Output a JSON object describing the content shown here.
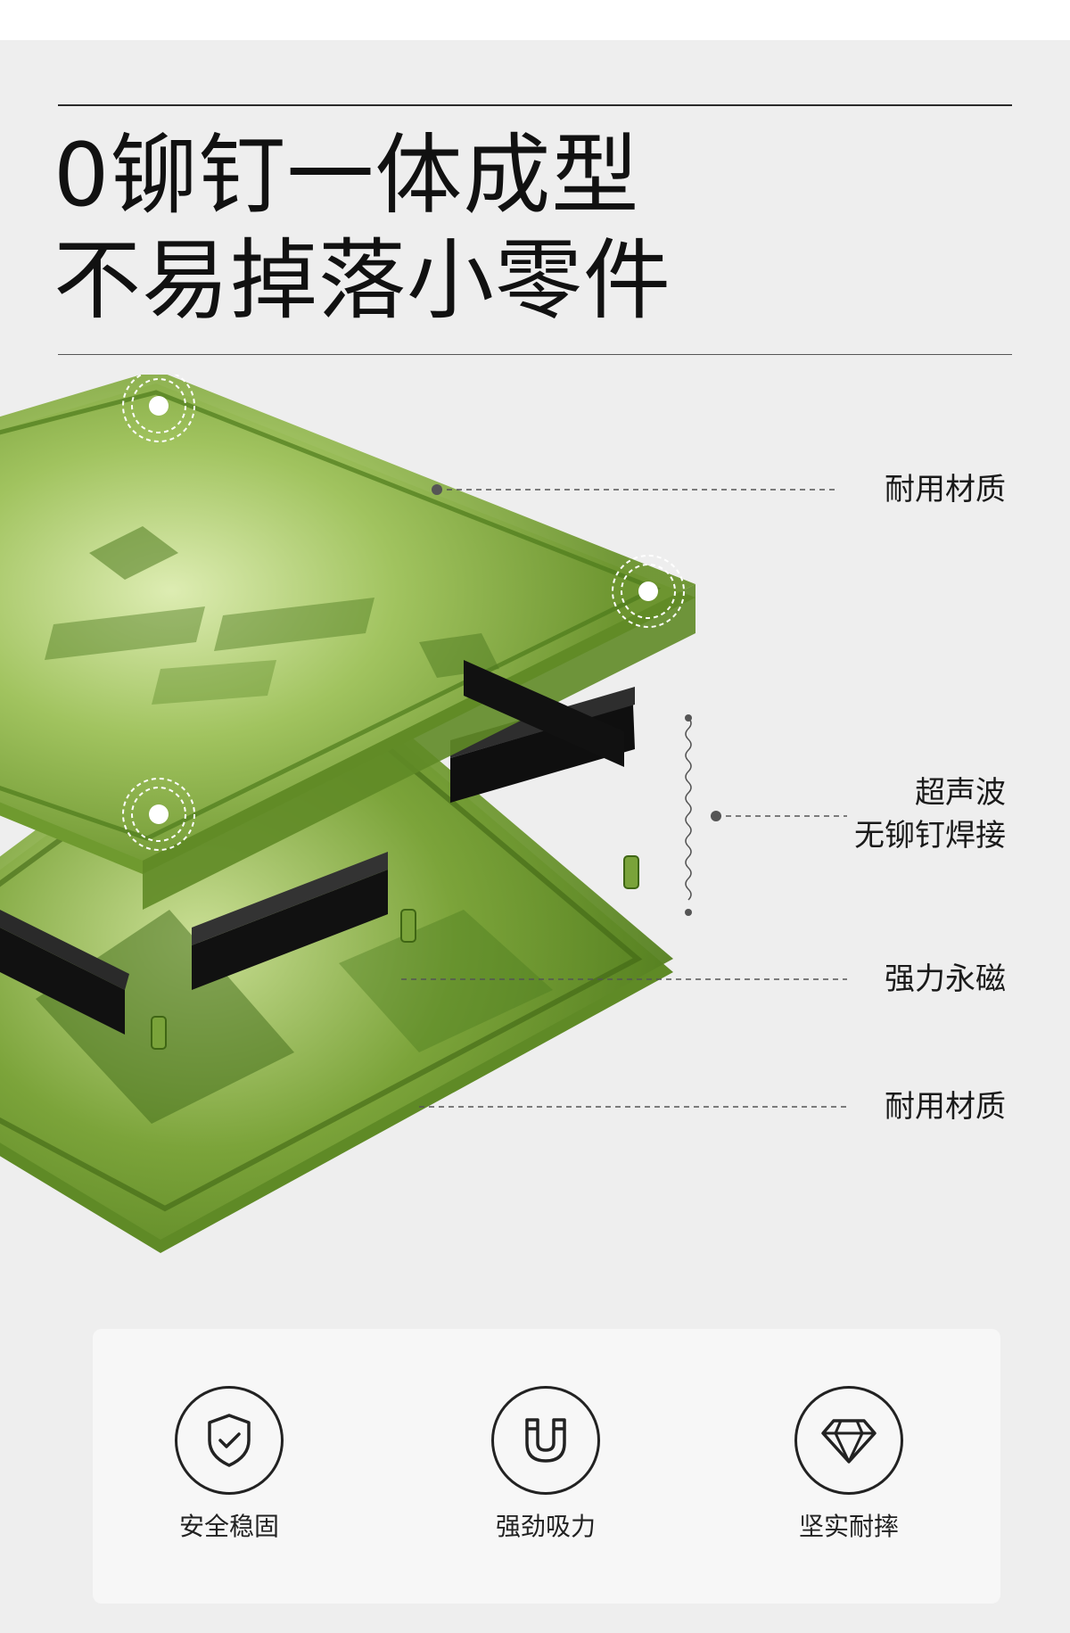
{
  "headline": {
    "line1": "0铆钉一体成型",
    "line2": "不易掉落小零件"
  },
  "callouts": [
    {
      "label": "耐用材质"
    },
    {
      "label_line1": "超声波",
      "label_line2": "无铆钉焊接"
    },
    {
      "label": "强力永磁"
    },
    {
      "label": "耐用材质"
    }
  ],
  "features": [
    {
      "icon": "shield-check-icon",
      "label": "安全稳固"
    },
    {
      "icon": "magnet-icon",
      "label": "强劲吸力"
    },
    {
      "icon": "diamond-icon",
      "label": "坚实耐摔"
    }
  ],
  "colors": {
    "background": "#eeeeee",
    "product_green": "#7fa83a",
    "magnet_black": "#111111",
    "text": "#1a1a1a"
  }
}
